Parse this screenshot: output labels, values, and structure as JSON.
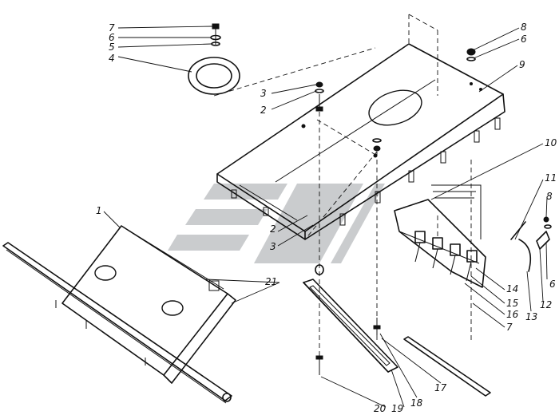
{
  "diagram": {
    "callouts": {
      "c1": "1",
      "c2a": "2",
      "c2b": "2",
      "c3a": "3",
      "c3b": "3",
      "c4": "4",
      "c5": "5",
      "c6a": "6",
      "c6b": "6",
      "c6c": "6",
      "c7a": "7",
      "c7b": "7",
      "c8a": "8",
      "c8b": "8",
      "c9": "9",
      "c10": "10",
      "c11": "11",
      "c12": "12",
      "c13": "13",
      "c14": "14",
      "c15": "15",
      "c16": "16",
      "c17": "17",
      "c18": "18",
      "c19": "19",
      "c20": "20",
      "c21": "21"
    },
    "colors": {
      "ink": "#111111",
      "watermark": "#9ea3a6",
      "background": "#ffffff"
    }
  }
}
